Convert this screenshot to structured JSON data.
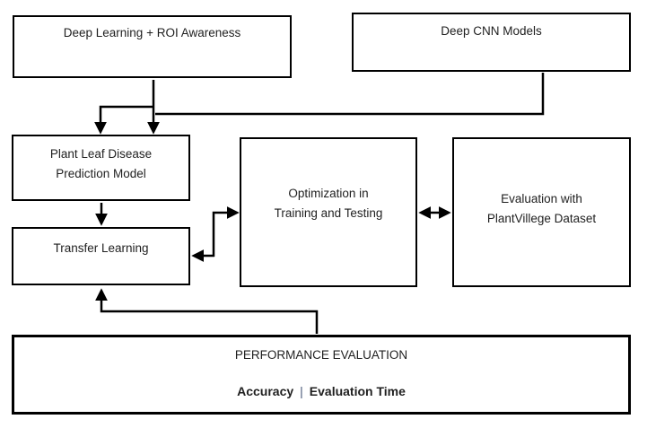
{
  "canvas": {
    "background": "#ffffff",
    "line_color": "#000000",
    "text_color": "#1f1f1f"
  },
  "boxes": {
    "deep_learning_roi": {
      "label": "Deep Learning + ROI Awareness"
    },
    "deep_cnn": {
      "label": "Deep CNN Models"
    },
    "plant_leaf_model": {
      "line1": "Plant Leaf Disease",
      "line2": "Prediction Model"
    },
    "transfer_learning": {
      "label": "Transfer Learning"
    },
    "optimization": {
      "line1": "Optimization in",
      "line2": "Training and Testing"
    },
    "evaluation": {
      "line1": "Evaluation with",
      "line2": "PlantVillege Dataset"
    },
    "performance": {
      "title": "PERFORMANCE EVALUATION",
      "metric_left": "Accuracy",
      "separator": "|",
      "metric_right": "Evaluation Time"
    }
  },
  "connections": [
    {
      "from": "Deep Learning + ROI Awareness",
      "to": "Plant Leaf Disease Prediction Model",
      "direction": "one-way"
    },
    {
      "from": "Deep CNN Models",
      "to": "Plant Leaf Disease Prediction Model",
      "direction": "one-way"
    },
    {
      "from": "Plant Leaf Disease Prediction Model",
      "to": "Transfer Learning",
      "direction": "one-way"
    },
    {
      "from": "Transfer Learning",
      "to": "Optimization in Training and Testing",
      "direction": "two-way"
    },
    {
      "from": "Optimization in Training and Testing",
      "to": "Evaluation with PlantVillege Dataset",
      "direction": "two-way"
    },
    {
      "from": "PERFORMANCE EVALUATION",
      "to": "Transfer Learning",
      "direction": "one-way"
    }
  ]
}
